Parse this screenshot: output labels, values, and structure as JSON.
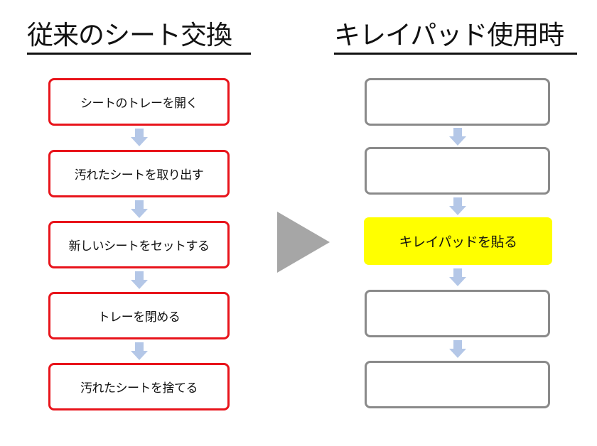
{
  "left": {
    "title": "従来のシート交換",
    "steps": [
      "シートのトレーを開く",
      "汚れたシートを取り出す",
      "新しいシートをセットする",
      "トレーを閉める",
      "汚れたシートを捨てる"
    ]
  },
  "right": {
    "title": "キレイパッド使用時",
    "steps": [
      "",
      "",
      "キレイパッドを貼る",
      "",
      ""
    ]
  },
  "colors": {
    "left_border": "#e8141b",
    "right_border": "#8a8a8a",
    "highlight": "#ffff00",
    "arrow": "#b4c7e7",
    "triangle": "#a6a6a6"
  }
}
